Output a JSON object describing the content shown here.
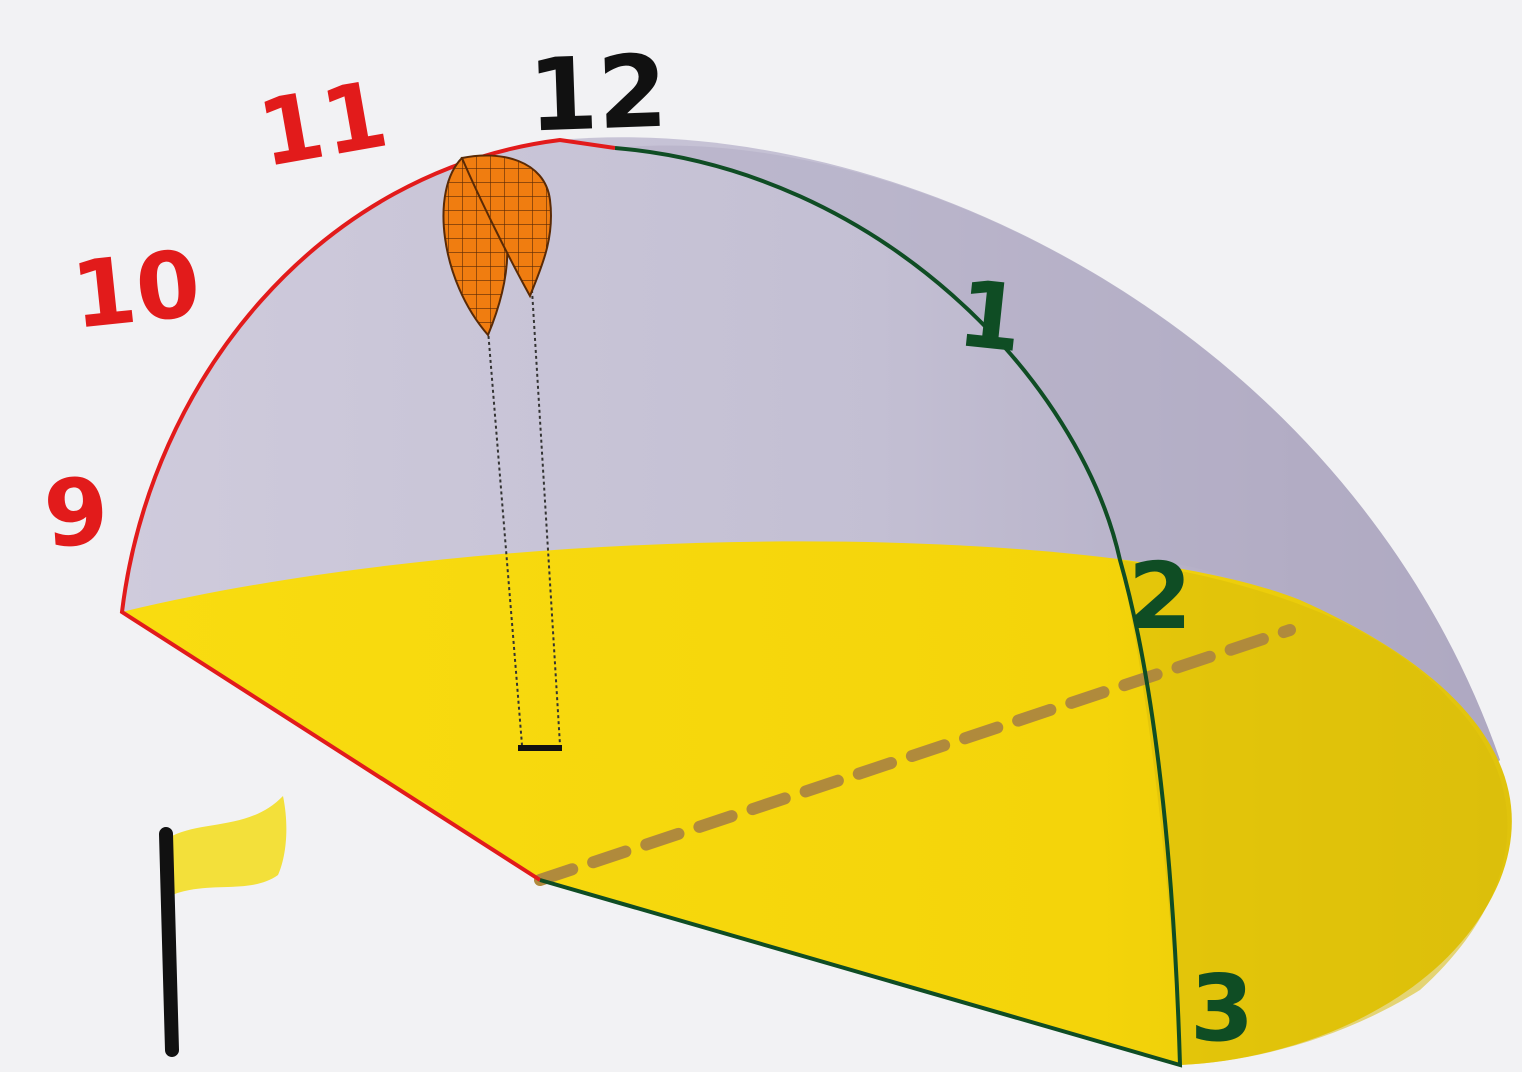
{
  "diagram": {
    "hour_labels": [
      {
        "id": "9",
        "text": "9",
        "zone": "left"
      },
      {
        "id": "10",
        "text": "10",
        "zone": "left"
      },
      {
        "id": "11",
        "text": "11",
        "zone": "left"
      },
      {
        "id": "12",
        "text": "12",
        "zone": "top"
      },
      {
        "id": "1",
        "text": "1",
        "zone": "right"
      },
      {
        "id": "2",
        "text": "2",
        "zone": "right"
      },
      {
        "id": "3",
        "text": "3",
        "zone": "right"
      }
    ],
    "colors": {
      "left_zone": "#e21b1b",
      "right_zone": "#0f4d24",
      "top_label": "#111111",
      "dome": "#c8c4d6",
      "dome_shadow": "#b1abc3",
      "ground": "#f7d80c",
      "ground_shadow": "#d9bb0a",
      "dashed_line": "#b08a3c",
      "kite": "#f07d10",
      "flag": "#f3e03a",
      "flag_pole": "#111111"
    },
    "icons": [
      "kite-icon",
      "flag-icon"
    ]
  }
}
